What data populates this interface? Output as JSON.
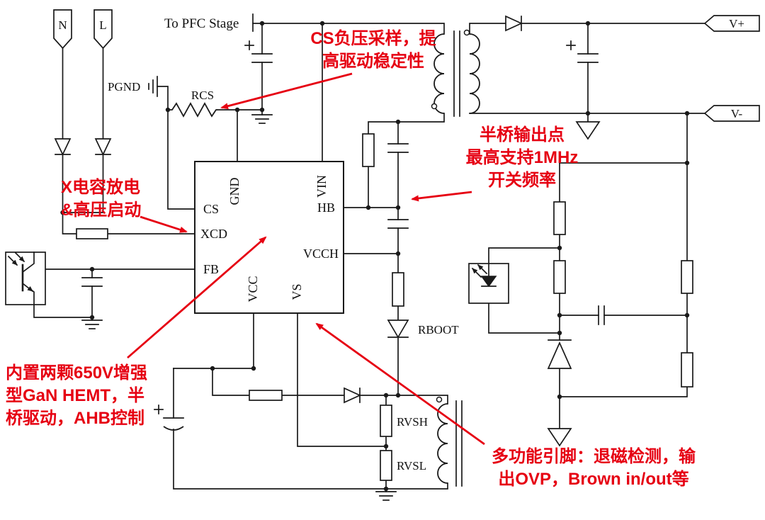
{
  "colors": {
    "annotation": "#e60012",
    "wire": "#1a1a1a"
  },
  "ports": {
    "neutral": "N",
    "line": "L",
    "v_plus": "V+",
    "v_minus": "V-"
  },
  "labels": {
    "to_pfc_stage": "To PFC Stage",
    "pgnd": "PGND",
    "rcs": "RCS",
    "rboot": "RBOOT",
    "rvsh": "RVSH",
    "rvsl": "RVSL"
  },
  "ic_pins": {
    "cs": "CS",
    "xcd": "XCD",
    "fb": "FB",
    "gnd": "GND",
    "vin": "VIN",
    "hb": "HB",
    "vcch": "VCCH",
    "vcc": "VCC",
    "vs": "VS"
  },
  "annotations": {
    "cs_sense": {
      "line1": "CS负压采样，提",
      "line2": "高驱动稳定性"
    },
    "half_bridge": {
      "line1": "半桥输出点",
      "line2": "最高支持1MHz",
      "line3": "开关频率"
    },
    "xcd_note": {
      "line1": "X电容放电",
      "line2": "&高压启动"
    },
    "gan_note": {
      "line1": "内置两颗650V增强",
      "line2": "型GaN HEMT，半",
      "line3": "桥驱动，AHB控制"
    },
    "vs_note": {
      "line1": "多功能引脚：退磁检测，输",
      "line2": "出OVP，Brown in/out等"
    }
  }
}
